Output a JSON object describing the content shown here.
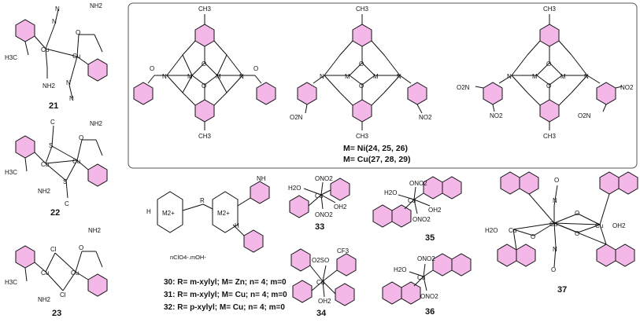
{
  "compounds": {
    "c21": "21",
    "c22": "22",
    "c23": "23",
    "c33": "33",
    "c34": "34",
    "c35": "35",
    "c36": "36",
    "c37": "37"
  },
  "macrocycle_box": {
    "line1": "M= Ni(24, 25, 26)",
    "line2": "M= Cu(27, 28, 29)"
  },
  "series_30_32": {
    "s30": "30: R= m-xylyl; M= Zn; n= 4; m=0",
    "s31": "31: R= m-xylyl; M= Cu; n= 4; m=0",
    "s32": "32: R= p-xylyl; M= Cu; n= 4; m=0",
    "counterion": "nClO4-.mOH-"
  },
  "atom_labels": {
    "cu": "Cu",
    "m": "M",
    "m2": "M2+",
    "n": "N",
    "o": "O",
    "s": "S",
    "c": "C",
    "cl": "Cl",
    "h": "H",
    "r": "R",
    "nh2": "NH2",
    "nh": "NH",
    "h3c": "H3C",
    "ch3": "CH3",
    "no2": "NO2",
    "o2n": "O2N",
    "ono2": "ONO2",
    "h2o": "H2O",
    "oh2": "OH2",
    "oh": "OH",
    "cf3": "CF3",
    "o2so": "O2SO"
  },
  "colors": {
    "ring_fill": "#f4b8e8",
    "bond": "#111111",
    "frame": "#555555"
  }
}
